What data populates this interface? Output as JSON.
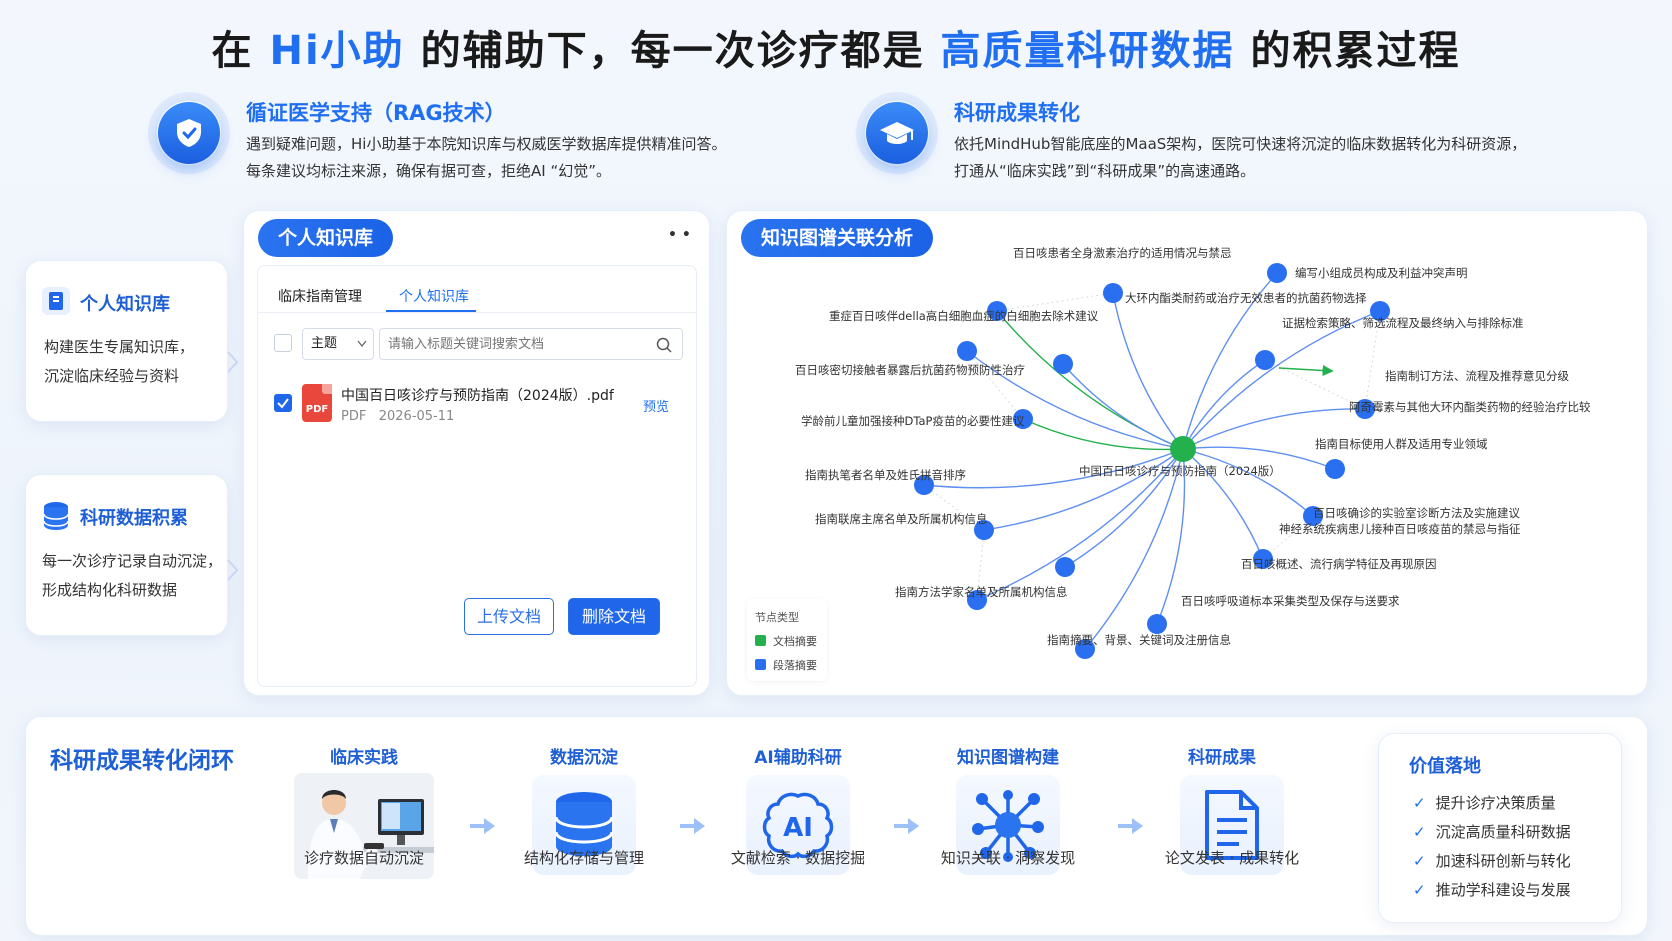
{
  "headline": {
    "part1": "在 ",
    "brand": "Hi小助",
    "part2": " 的辅助下，每一次诊疗都是 ",
    "highlight": "高质量科研数据",
    "part3": " 的积累过程"
  },
  "features": [
    {
      "icon": "shield-icon",
      "title": "循证医学支持（RAG技术）",
      "line1": "遇到疑难问题，Hi小助基于本院知识库与权威医学数据库提供精准问答。",
      "line2": "每条建议均标注来源，确保有据可查，拒绝AI “幻觉”。"
    },
    {
      "icon": "graduation-cap-icon",
      "title": "科研成果转化",
      "line1": "依托MindHub智能底座的MaaS架构，医院可快速将沉淀的临床数据转化为科研资源，",
      "line2": "打通从“临床实践”到“科研成果”的高速通路。"
    }
  ],
  "side_cards": [
    {
      "icon": "bookmark-icon",
      "title": "个人知识库",
      "line1": "构建医生专属知识库，",
      "line2": "沉淀临床经验与资料"
    },
    {
      "icon": "database-icon",
      "title": "科研数据积累",
      "line1": "每一次诊疗记录自动沉淀，",
      "line2": "形成结构化科研数据"
    }
  ],
  "kb_panel": {
    "pill": "个人知识库",
    "more": "• •",
    "tabs": [
      "临床指南管理",
      "个人知识库"
    ],
    "active_tab": 1,
    "filter_select": "主题",
    "search_placeholder": "请输入标题关键词搜索文档",
    "file": {
      "icon_label": "PDF",
      "name": "中国百日咳诊疗与预防指南（2024版）.pdf",
      "type": "PDF",
      "date": "2026-05-11",
      "preview": "预览",
      "checked": true
    },
    "upload_label": "上传文档",
    "delete_label": "删除文档"
  },
  "kg_panel": {
    "pill": "知识图谱关联分析",
    "center_label": "中国百日咳诊疗与预防指南（2024版）",
    "legend_title": "节点类型",
    "legend": [
      {
        "label": "文档摘要",
        "color": "#22b14c"
      },
      {
        "label": "段落摘要",
        "color": "#2a6ff0"
      }
    ],
    "nodes": [
      "百日咳患者全身激素治疗的适用情况与禁忌",
      "编写小组成员构成及利益冲突声明",
      "大环内酯类耐药或治疗无效患者的抗菌药物选择",
      "重症百日咳伴della高白细胞血症的白细胞去除术建议",
      "证据检索策略、筛选流程及最终纳入与排除标准",
      "百日咳密切接触者暴露后抗菌药物预防性治疗",
      "指南制订方法、流程及推荐意见分级",
      "学龄前儿童加强接种DTaP疫苗的必要性建议",
      "阿奇霉素与其他大环内酯类药物的经验治疗比较",
      "指南目标使用人群及适用专业领域",
      "指南执笔者名单及姓氏拼音排序",
      "百日咳确诊的实验室诊断方法及实施建议",
      "指南联席主席名单及所属机构信息",
      "神经系统疾病患儿接种百日咳疫苗的禁忌与指征",
      "百日咳概述、流行病学特征及再现原因",
      "指南方法学家名单及所属机构信息",
      "百日咳呼吸道标本采集类型及保存与送要求",
      "指南摘要、背景、关键词及注册信息"
    ]
  },
  "bottom": {
    "title": "科研成果转化闭环",
    "steps": [
      {
        "title": "临床实践",
        "icon": "doctor-at-computer-icon",
        "caption": "诊疗数据自动沉淀"
      },
      {
        "title": "数据沉淀",
        "icon": "database-icon",
        "caption": "结构化存储与管理"
      },
      {
        "title": "AI辅助科研",
        "icon": "ai-brain-icon",
        "caption": "文献检索 · 数据挖掘"
      },
      {
        "title": "知识图谱构建",
        "icon": "network-graph-icon",
        "caption": "知识关联 · 洞察发现"
      },
      {
        "title": "科研成果",
        "icon": "document-icon",
        "caption": "论文发表 · 成果转化"
      }
    ],
    "value": {
      "title": "价值落地",
      "items": [
        "提升诊疗决策质量",
        "沉淀高质量科研数据",
        "加速科研创新与转化",
        "推动学科建设与发展"
      ]
    }
  },
  "colors": {
    "accent": "#1f6ff0",
    "green": "#22b14c",
    "node": "#2a6ff0"
  }
}
